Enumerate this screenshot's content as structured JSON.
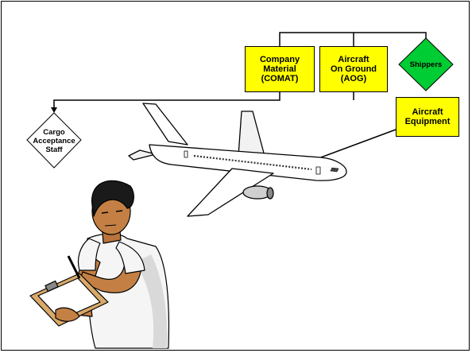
{
  "nodes": {
    "comat": {
      "label": "Company\nMaterial\n(COMAT)",
      "color": "#ffff00"
    },
    "aog": {
      "label": "Aircraft\nOn Ground\n(AOG)",
      "color": "#ffff00"
    },
    "shippers": {
      "label": "Shippers",
      "color": "#00cc33"
    },
    "aircraft_equipment": {
      "label": "Aircraft\nEquipment",
      "color": "#ffff00"
    },
    "cargo_acceptance": {
      "label": "Cargo\nAcceptance\nStaff",
      "color": "#ffffff"
    }
  },
  "illustrations": {
    "airplane": "airplane-icon",
    "worker": "worker-with-clipboard"
  },
  "colors": {
    "line": "#000000",
    "background": "#ffffff"
  }
}
